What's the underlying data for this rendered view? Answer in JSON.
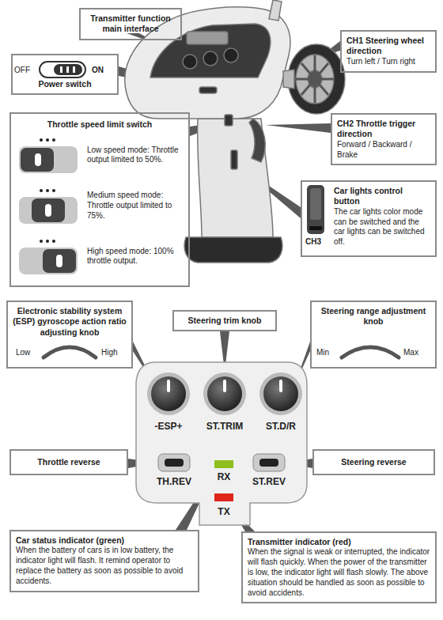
{
  "diagram": {
    "nodes": [
      {
        "text": [
          "Transmitter function main interface"
        ]
      },
      {
        "text": [
          "Power switch"
        ]
      },
      {
        "text": [
          "CH1 Steering wheel direction",
          "Turn left / Turn right"
        ]
      },
      {
        "text": [
          "Throttle speed limit switch",
          "Low speed mode: Throttle output limited to 50%.",
          "Medium speed mode: Throttle output limited to 75%.",
          "High speed mode: 100% throttle output."
        ]
      },
      {
        "text": [
          "CH2 Throttle trigger direction",
          "Forward / Backward / Brake"
        ]
      },
      {
        "text": [
          "Car lights control button",
          "The car lights color mode can be switched and the car lights can be switched off."
        ]
      },
      {
        "text": [
          "Electronic stability system (ESP) gyroscope action ratio adjusting knob"
        ]
      },
      {
        "text": [
          "Steering trim knob"
        ]
      },
      {
        "text": [
          "Steering range adjustment knob"
        ]
      },
      {
        "text": [
          "Throttle reverse"
        ]
      },
      {
        "text": [
          "Steering reverse"
        ]
      },
      {
        "text": [
          "Car status indicator (green)",
          "When the battery of cars is in low battery, the indicator light will flash. It remind operator to replace the battery as soon as possible to avoid accidents."
        ]
      },
      {
        "text": [
          "Transmitter indicator (red)",
          "When the signal is weak or interrupted, the indicator will flash quickly. When the power of the transmitter is low, the indicator light will flash slowly. The above situation should be handled as soon as possible to avoid accidents."
        ]
      }
    ],
    "labels": [
      "OFF",
      "ON",
      "CH3",
      "Low",
      "High",
      "Min",
      "Max",
      "-ESP+",
      "ST.TRIM",
      "ST.D/R",
      "TH.REV",
      "RX",
      "ST.REV",
      "TX"
    ]
  }
}
